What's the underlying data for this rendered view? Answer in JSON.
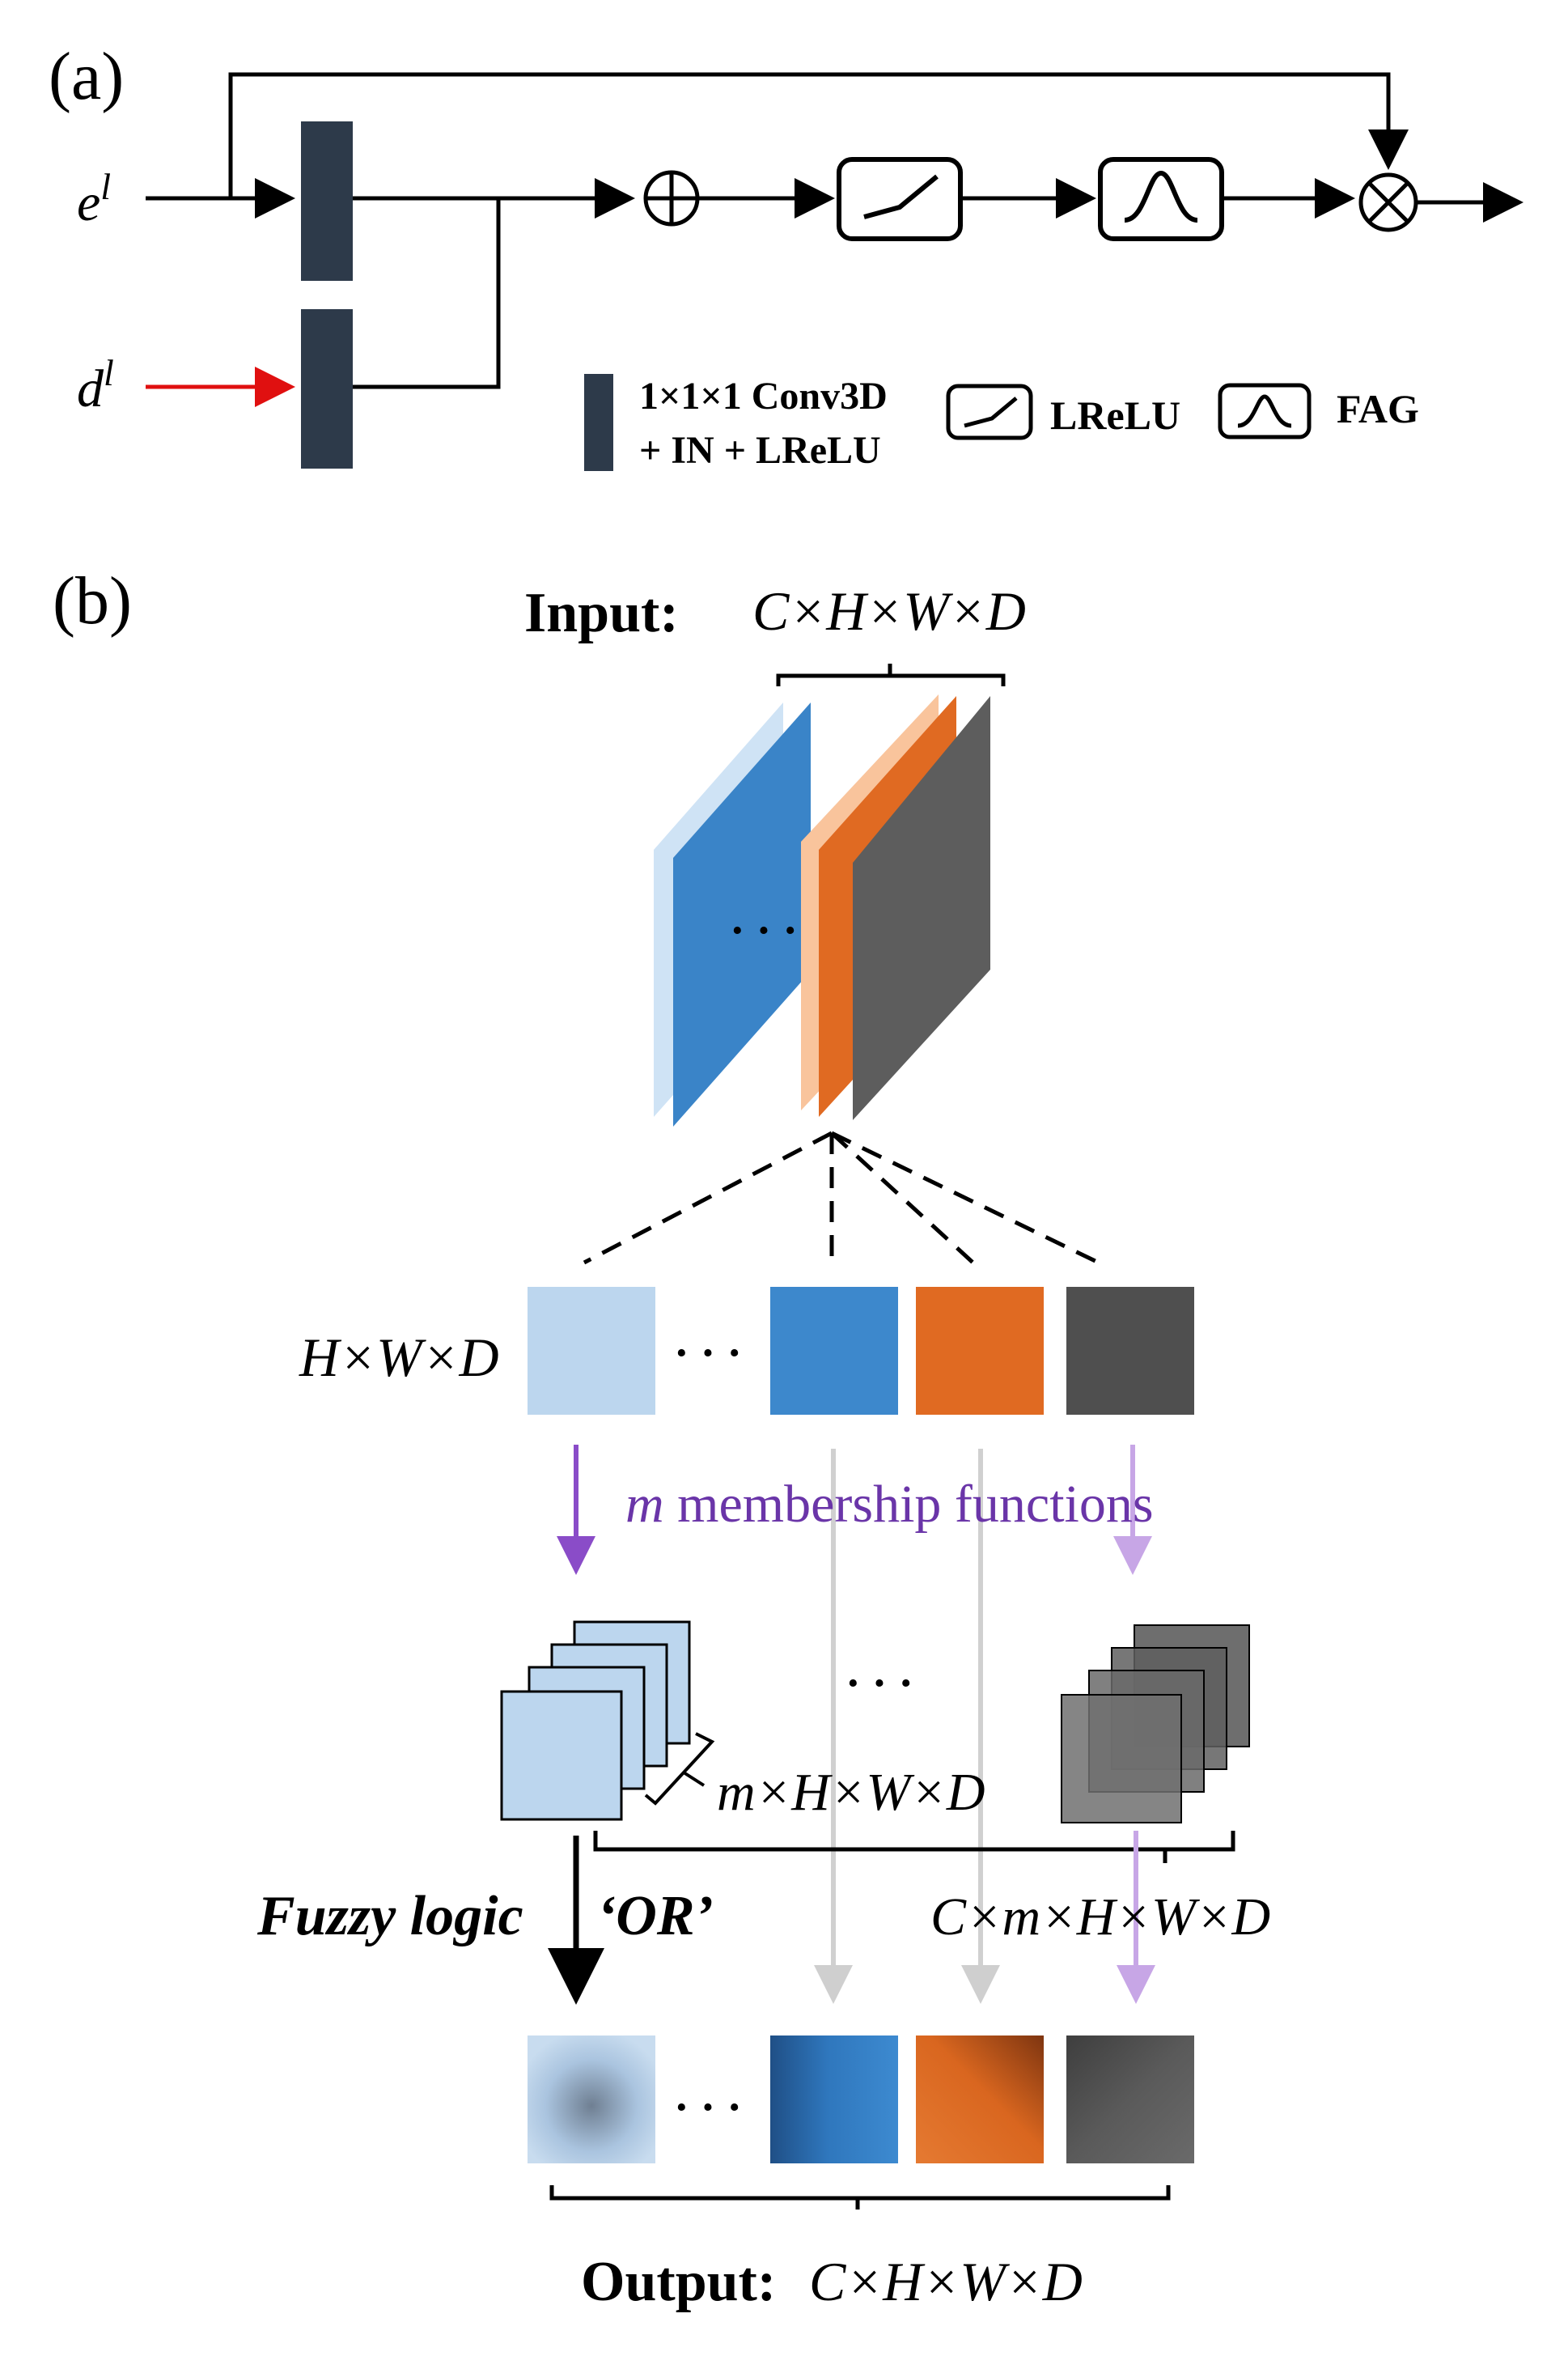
{
  "panel_a": {
    "label": "(a)",
    "input_e": {
      "base": "e",
      "sup": "l"
    },
    "input_d": {
      "base": "d",
      "sup": "l"
    },
    "legend": {
      "conv_line1": "1×1×1 Conv3D",
      "conv_line2": "+ IN + LReLU",
      "lrelu": "LReLU",
      "fag": "FAG"
    },
    "colors": {
      "block": "#2d3a4a",
      "skip_arrow": "#e01010",
      "line": "#000000"
    }
  },
  "panel_b": {
    "label": "(b)",
    "input_bold": "Input:",
    "input_dims": "C×H×W×D",
    "dots": "· · ·",
    "hwd": "H×W×D",
    "membership_m": "m",
    "membership_text": " membership functions",
    "mhwd": "m×H×W×D",
    "fuzzy_logic": "Fuzzy logic",
    "or_text": "‘OR’",
    "cmhwd": "C×m×H×W×D",
    "output_bold": "Output:",
    "output_dims": "C×H×W×D",
    "colors": {
      "light_blue": "#bcd6ee",
      "blue": "#3d88cc",
      "orange": "#e06a22",
      "gray": "#555555",
      "purple": "#7b3fb8",
      "light_purple": "#c7a6e6",
      "light_gray_arrow": "#cfcfcf"
    }
  }
}
